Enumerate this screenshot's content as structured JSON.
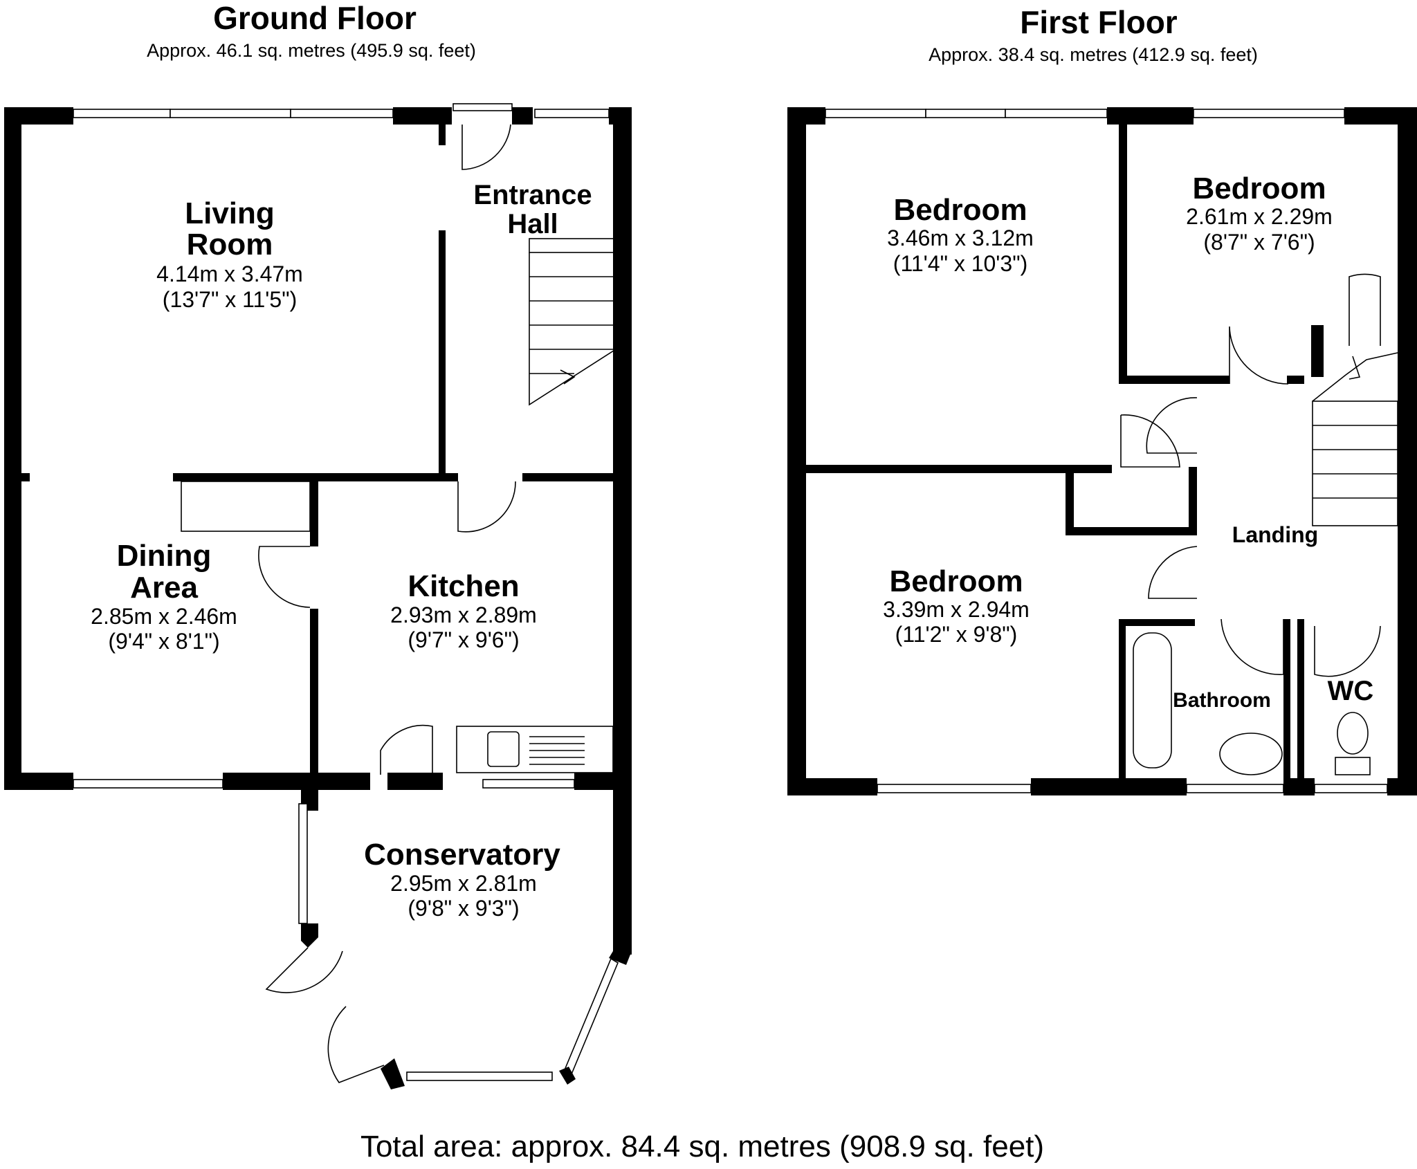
{
  "floors": {
    "ground": {
      "title": "Ground Floor",
      "area": "Approx. 46.1 sq. metres (495.9 sq. feet)",
      "rooms": {
        "living": {
          "name_1": "Living",
          "name_2": "Room",
          "metric": "4.14m x 3.47m",
          "imperial": "(13'7\" x 11'5\")"
        },
        "entrance": {
          "name_1": "Entrance",
          "name_2": "Hall"
        },
        "dining": {
          "name_1": "Dining",
          "name_2": "Area",
          "metric": "2.85m x 2.46m",
          "imperial": "(9'4\" x 8'1\")"
        },
        "kitchen": {
          "name": "Kitchen",
          "metric": "2.93m x 2.89m",
          "imperial": "(9'7\" x 9'6\")"
        },
        "conservatory": {
          "name": "Conservatory",
          "metric": "2.95m x 2.81m",
          "imperial": "(9'8\" x 9'3\")"
        }
      }
    },
    "first": {
      "title": "First Floor",
      "area": "Approx. 38.4 sq. metres (412.9 sq. feet)",
      "rooms": {
        "bedroom1": {
          "name": "Bedroom",
          "metric": "3.46m x 3.12m",
          "imperial": "(11'4\" x 10'3\")"
        },
        "bedroom2": {
          "name": "Bedroom",
          "metric": "2.61m x 2.29m",
          "imperial": "(8'7\" x 7'6\")"
        },
        "bedroom3": {
          "name": "Bedroom",
          "metric": "3.39m x 2.94m",
          "imperial": "(11'2\" x 9'8\")"
        },
        "landing": {
          "name": "Landing"
        },
        "bathroom": {
          "name": "Bathroom"
        },
        "wc": {
          "name": "WC"
        }
      }
    }
  },
  "total_area": "Total area: approx. 84.4 sq. metres (908.9 sq. feet)"
}
